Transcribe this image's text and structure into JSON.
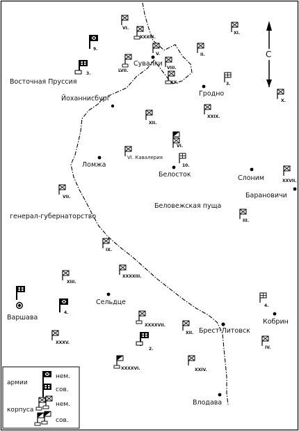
{
  "places": {
    "east_prussia": "Восточная Пруссия",
    "suwalki": "Сувалки",
    "grodno": "Гродно",
    "johannisburg": "Йоханнисбург",
    "lomza": "Ломжа",
    "bialystok": "Белосток",
    "slonim": "Слоним",
    "baranovichi": "Барановичи",
    "belovezh": "Беловежская пуща",
    "gg": "генерал-губернаторство",
    "sedlce": "Сельдце",
    "warsaw": "Варшава",
    "brest": "Брест-Литовск",
    "kobrin": "Кобрин",
    "vlodava": "Влодава"
  },
  "units": {
    "vi_top": "VI.",
    "xxxix": "XXXIX.",
    "v": "V.",
    "ii": "II.",
    "xi": "XI.",
    "army9": "9.",
    "army3": "3.",
    "lvii": "LVII.",
    "viii": "VIII.",
    "xx": "XX.",
    "iii_s3": "3.",
    "x": "X.",
    "xxix": "XXIX.",
    "xii_a": "XII.",
    "vi_b": "VI.",
    "vi_cav": "VI. Кавалерия",
    "s10": "10.",
    "xxvii": "XXVII.",
    "vii": "VII.",
    "iii": "III.",
    "ix": "IX.",
    "xxxxiii": "XXXXIII.",
    "xiii": "XIII.",
    "army4": "4.",
    "xxxxvii": "XXXXVII.",
    "xii_b": "XII.",
    "s4": "4.",
    "xxxv": "XXXV.",
    "army2": "2.",
    "iv": "IV.",
    "xxxxvi": "XXXXVI.",
    "xxiv": "XXIV."
  },
  "legend": {
    "armies": "армии",
    "corps": "корпуса",
    "ger1": "нем.",
    "sov1": "сов.",
    "ger2": "нем.",
    "sov2": "сов."
  },
  "compass": {
    "letter": "С"
  }
}
